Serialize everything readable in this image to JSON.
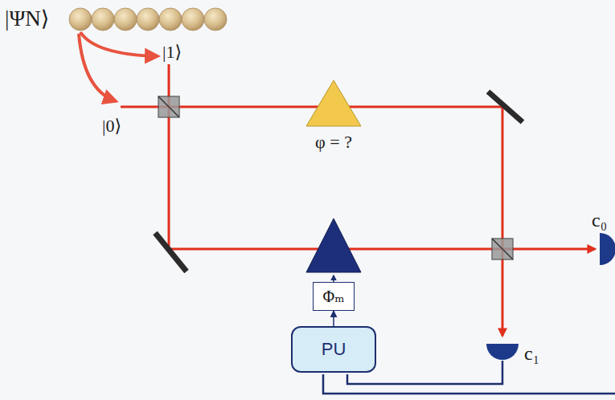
{
  "diagram": {
    "nodes": [
      {
        "text": [
          "Φₘ"
        ]
      },
      {
        "text": [
          "PU"
        ]
      }
    ],
    "edges": [
      {
        "from": 1,
        "to": 0,
        "arrow": "to"
      }
    ],
    "labels": [
      "|ΨN⟩",
      "|1⟩",
      "|0⟩",
      "φ = ?",
      "c₁",
      "c₀"
    ]
  }
}
